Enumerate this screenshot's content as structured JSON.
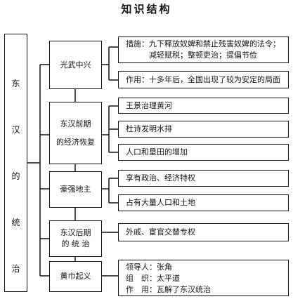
{
  "title": "知识结构",
  "root": {
    "chars": [
      "东",
      "汉",
      "的",
      "统",
      "治"
    ]
  },
  "sections": [
    {
      "label_lines": [
        "光武中兴"
      ],
      "details": [
        {
          "lines": [
            "措施：九下释放奴婢和禁止残害奴婢的法令；",
            "减轻赋税；整顿吏治；提倡节俭"
          ]
        },
        {
          "lines": [
            "作用：十多年后，全国出现了较为安定的局面"
          ]
        }
      ]
    },
    {
      "label_lines": [
        "东汉前期",
        "的经济恢复"
      ],
      "details": [
        {
          "lines": [
            "王景治理黄河"
          ]
        },
        {
          "lines": [
            "杜诗发明水排"
          ]
        },
        {
          "lines": [
            "人口和垦田的增加"
          ]
        }
      ]
    },
    {
      "label_lines": [
        "豪强地主"
      ],
      "details": [
        {
          "lines": [
            "享有政治、经济特权"
          ]
        },
        {
          "lines": [
            "占有大量人口和土地"
          ]
        }
      ]
    },
    {
      "label_lines": [
        "东汉后期",
        "的 统 治"
      ],
      "details": [
        {
          "lines": [
            "外戚、宦官交替专权"
          ]
        }
      ]
    },
    {
      "label_lines": [
        "黄巾起义"
      ],
      "details": [
        {
          "lines": [
            "领导人：张角",
            "组　织：太平道",
            "作　用：瓦解了东汉统治"
          ]
        }
      ]
    }
  ]
}
